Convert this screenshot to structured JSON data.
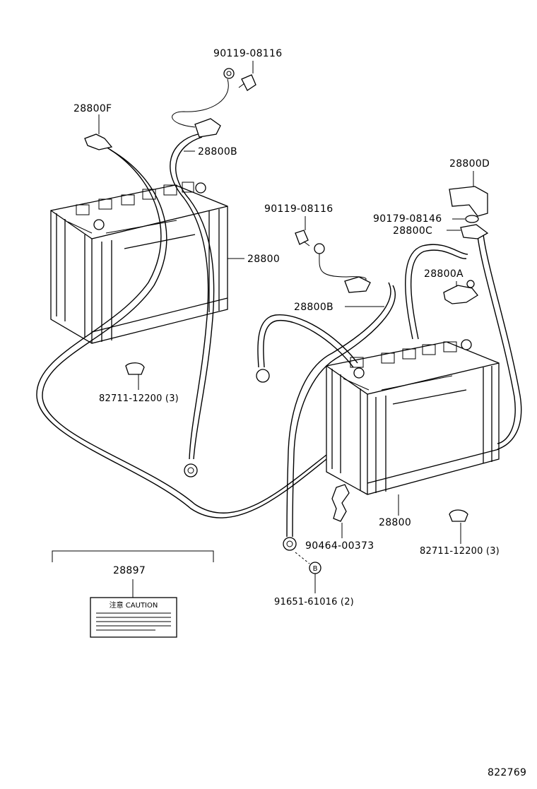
{
  "labels": {
    "bolt_top": "90119-08116",
    "terminal_f": "28800F",
    "cable_b_left": "28800B",
    "cover_d": "28800D",
    "bolt_mid": "90119-08116",
    "washer": "90179-08146",
    "clamp_c": "28800C",
    "battery_left": "28800",
    "terminal_a": "28800A",
    "cable_b_right": "28800B",
    "clip_left": "82711-12200 (3)",
    "battery_right": "28800",
    "clip_right": "82711-12200 (3)",
    "nut": "90464-00373",
    "caution_part": "28897",
    "bolt_b": "91651-61016 (2)",
    "b_marker": "B",
    "caution_title": "注意 CAUTION",
    "diagram_id": "822769"
  }
}
